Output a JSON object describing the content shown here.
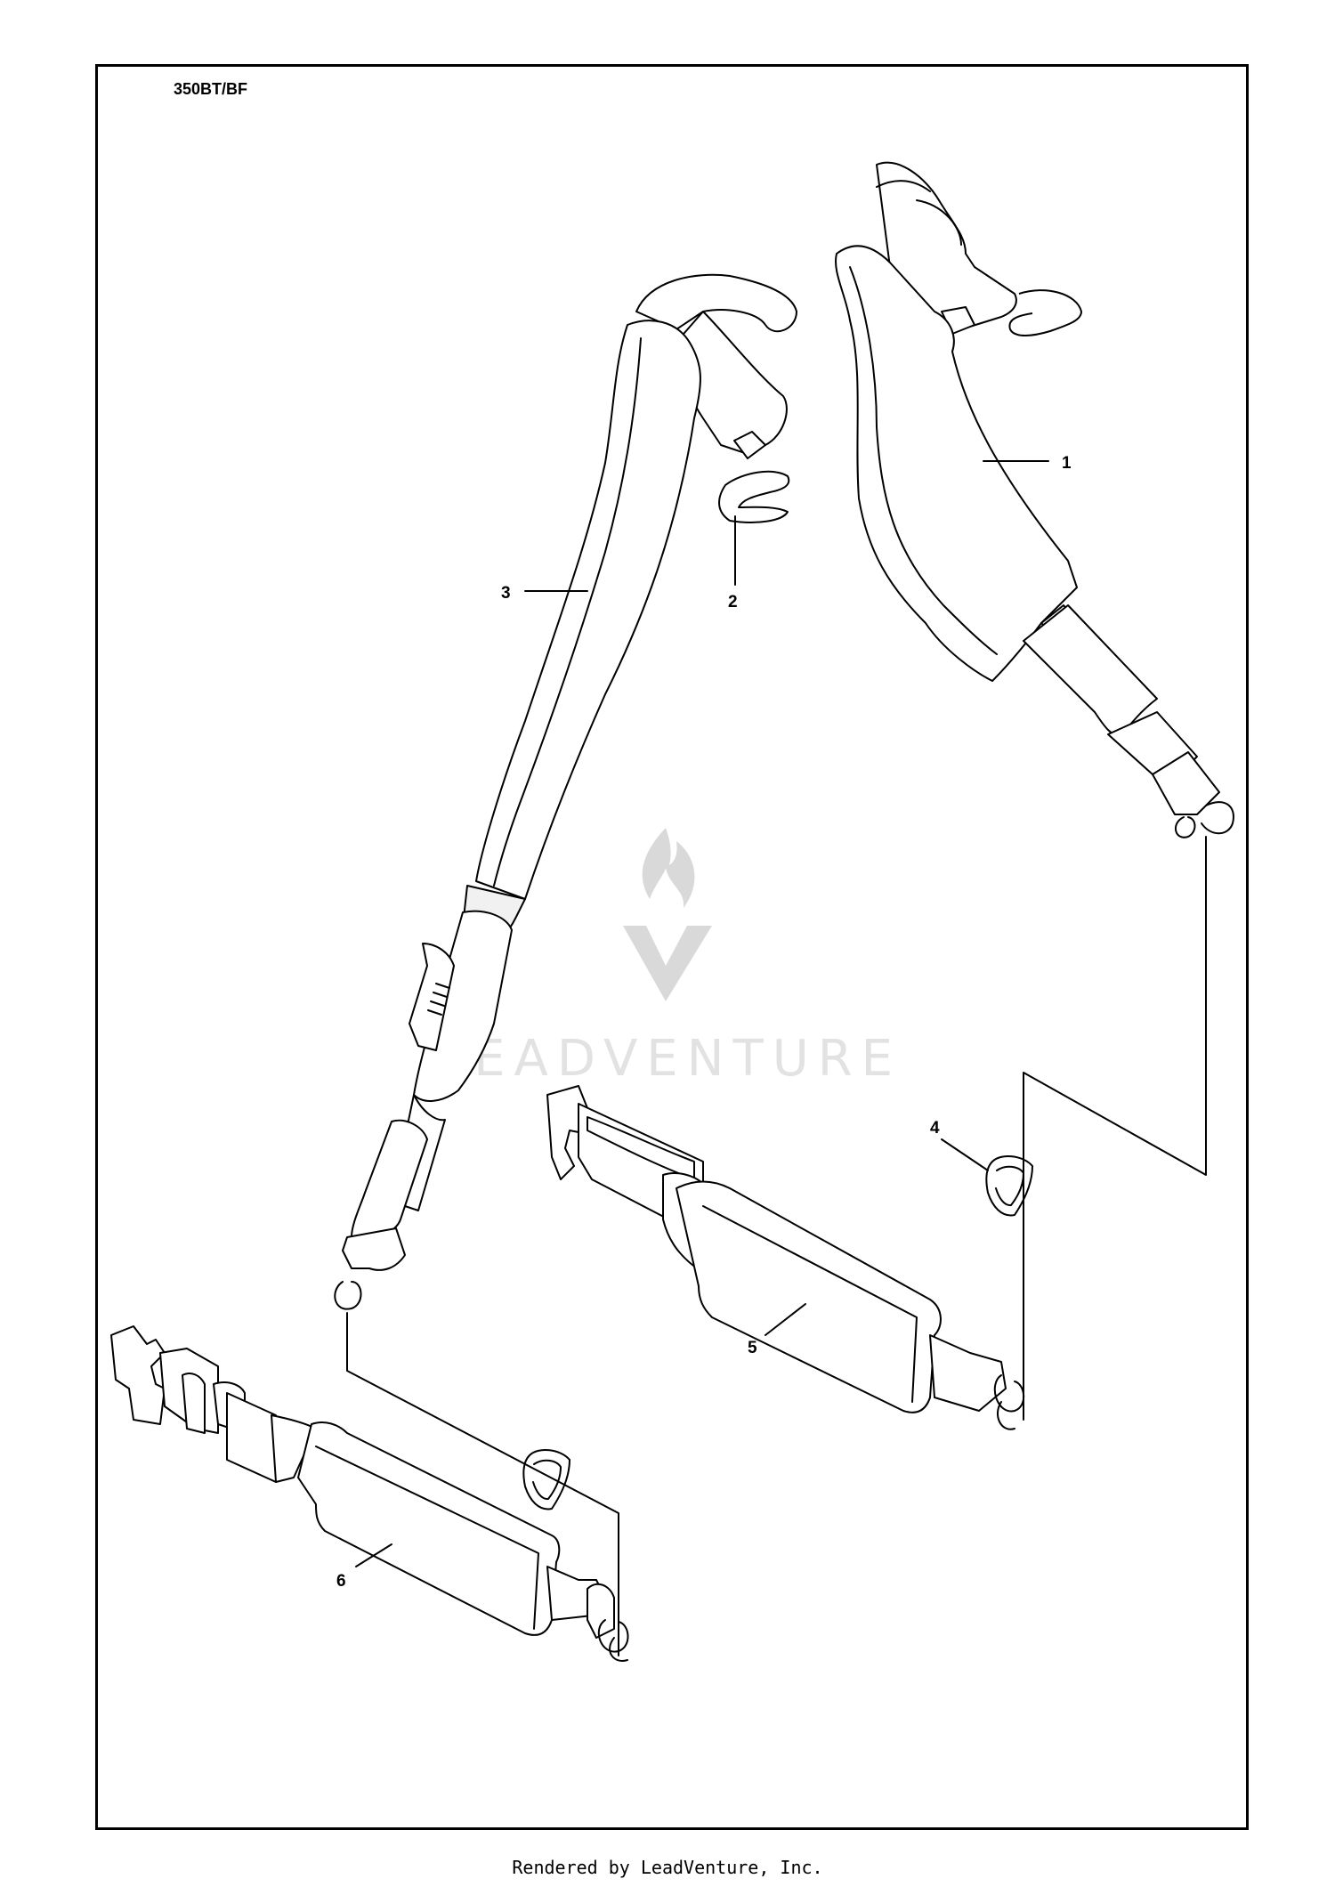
{
  "diagram": {
    "model": "350BT/BF",
    "callouts": [
      {
        "id": "1",
        "label": "1"
      },
      {
        "id": "2",
        "label": "2"
      },
      {
        "id": "3",
        "label": "3"
      },
      {
        "id": "4",
        "label": "4"
      },
      {
        "id": "5",
        "label": "5"
      },
      {
        "id": "6",
        "label": "6"
      }
    ]
  },
  "watermark": {
    "text": "LEADVENTURE"
  },
  "footer": {
    "text": "Rendered by LeadVenture, Inc."
  }
}
